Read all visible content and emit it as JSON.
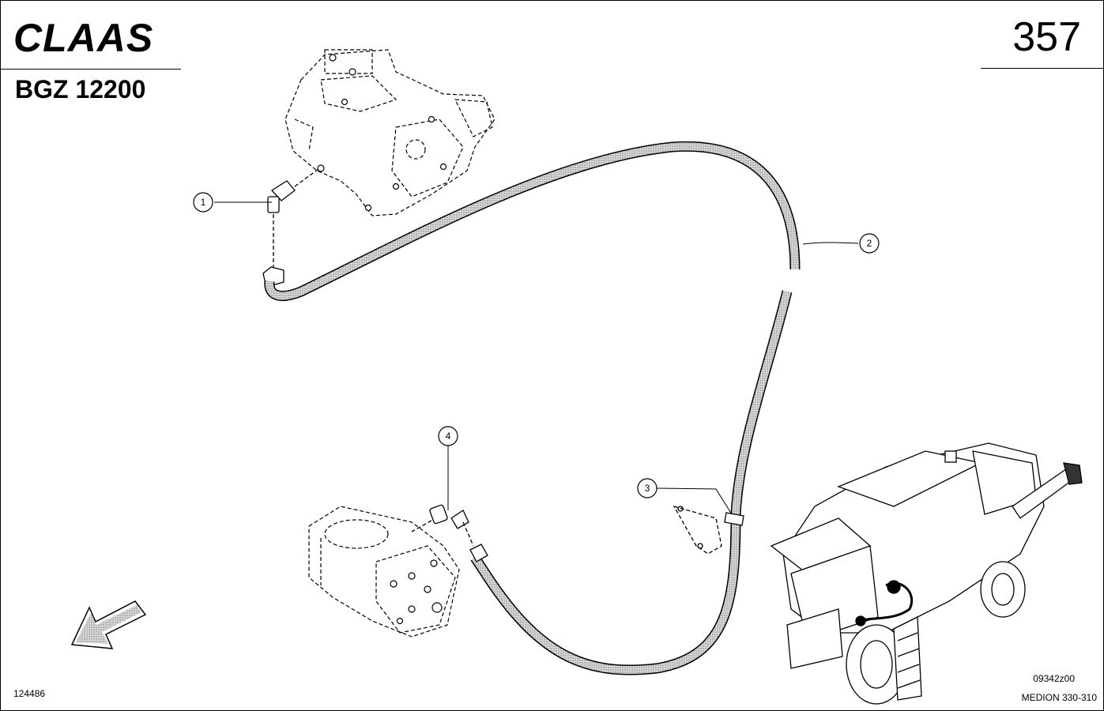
{
  "header": {
    "brand": "CLAAS",
    "doc_code": "BGZ 12200",
    "page_number": "357"
  },
  "footer": {
    "figure_number": "124486",
    "drawing_code": "09342z00",
    "model": "MEDION 330-310"
  },
  "callouts": [
    {
      "label": "1"
    },
    {
      "label": "2"
    },
    {
      "label": "3"
    },
    {
      "label": "4"
    }
  ]
}
